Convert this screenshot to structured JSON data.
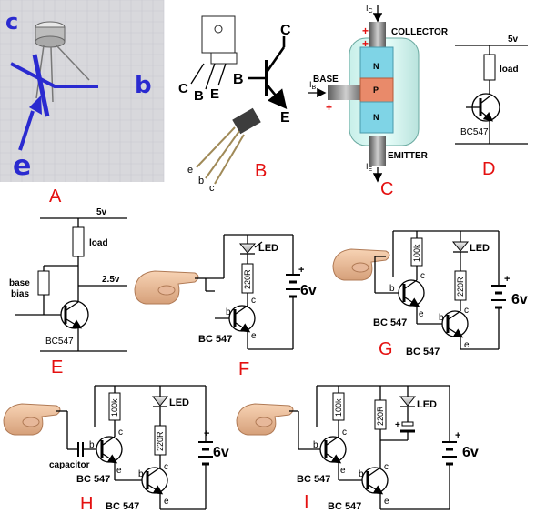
{
  "panels": {
    "A": "A",
    "B": "B",
    "C": "C",
    "D": "D",
    "E": "E",
    "F": "F",
    "G": "G",
    "H": "H",
    "I": "I"
  },
  "photo_A": {
    "label_c": "c",
    "label_b": "b",
    "label_e": "e"
  },
  "drawing_B": {
    "pin_C": "C",
    "pin_B": "B",
    "pin_E": "E",
    "sym_C": "C",
    "sym_B": "B",
    "sym_E": "E",
    "lead_e": "e",
    "lead_b": "b",
    "lead_c": "c"
  },
  "drawing_C": {
    "collector": "COLLECTOR",
    "base": "BASE",
    "emitter": "EMITTER",
    "n_top": "N",
    "p_mid": "P",
    "n_bottom": "N",
    "ic": "I",
    "ic_sub": "C",
    "ib": "I",
    "ib_sub": "B",
    "ie": "I",
    "ie_sub": "E",
    "plus": "+"
  },
  "circuit_D": {
    "supply": "5v",
    "load": "load",
    "transistor": "BC547"
  },
  "circuit_E": {
    "supply": "5v",
    "load": "load",
    "mid_voltage": "2.5v",
    "bias_line1": "base",
    "bias_line2": "bias",
    "transistor": "BC547"
  },
  "circuit_F": {
    "led": "LED",
    "resistor": "220R",
    "battery": "6v",
    "plus": "+",
    "b": "b",
    "c": "c",
    "e": "e",
    "transistor": "BC 547"
  },
  "circuit_G": {
    "led": "LED",
    "resistor_base": "100k",
    "resistor_led": "220R",
    "battery": "6v",
    "plus": "+",
    "b1": "b",
    "c1": "c",
    "e1": "e",
    "b2": "b",
    "c2": "c",
    "e2": "e",
    "transistor1": "BC 547",
    "transistor2": "BC 547"
  },
  "circuit_H": {
    "led": "LED",
    "resistor_base": "100k",
    "resistor_led": "220R",
    "battery": "6v",
    "plus": "+",
    "capacitor": "capacitor",
    "b1": "b",
    "c1": "c",
    "e1": "e",
    "b2": "b",
    "c2": "c",
    "e2": "e",
    "transistor1": "BC 547",
    "transistor2": "BC 547"
  },
  "circuit_I": {
    "led": "LED",
    "resistor_base": "100k",
    "resistor_led": "220R",
    "battery": "6v",
    "plus": "+",
    "cap_plus": "+",
    "b1": "b",
    "c1": "c",
    "e1": "e",
    "b2": "b",
    "c2": "c",
    "e2": "e",
    "transistor1": "BC 547",
    "transistor2": "BC 547"
  }
}
